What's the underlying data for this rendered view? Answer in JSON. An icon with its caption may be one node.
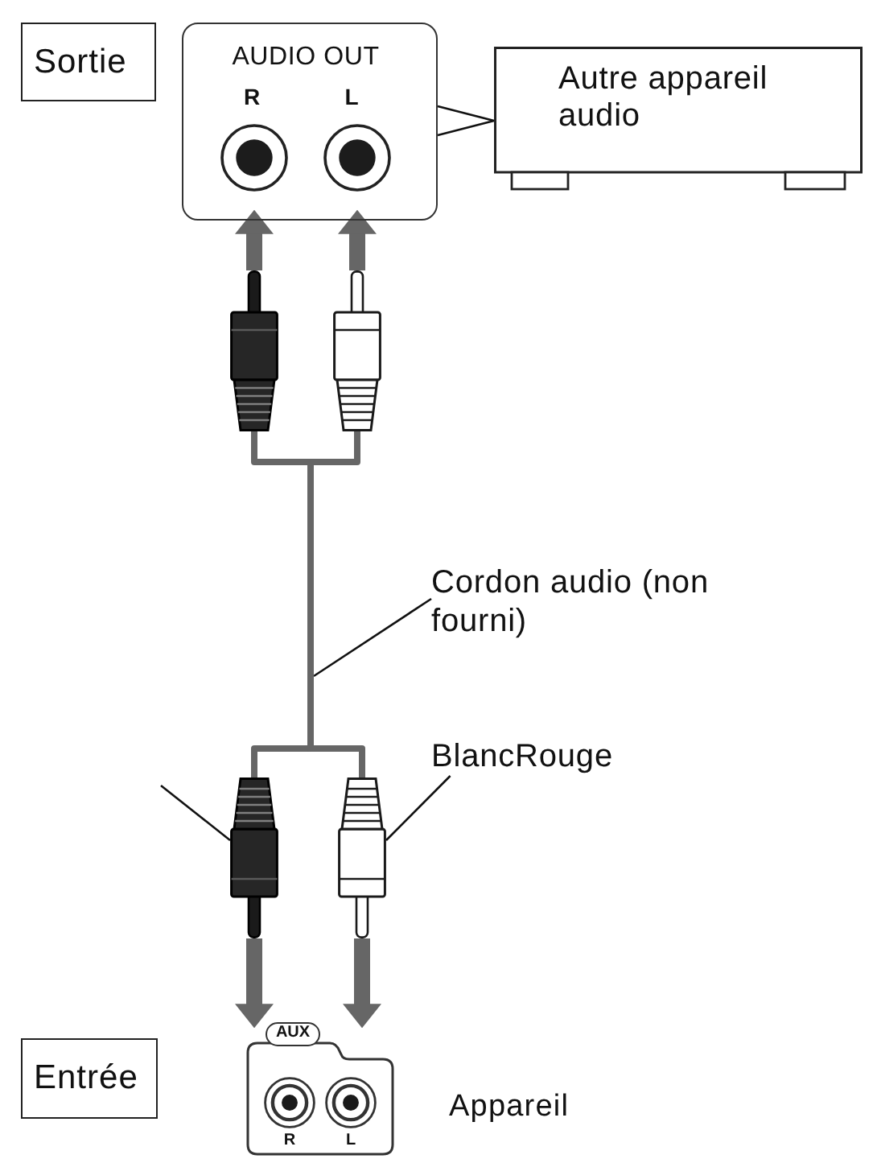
{
  "diagram": {
    "nodes": [
      {
        "text": [
          "Sortie"
        ]
      },
      {
        "text": [
          "AUDIO OUT",
          "R",
          "L"
        ]
      },
      {
        "text": [
          "Autre appareil audio"
        ]
      },
      {
        "text": [],
        "shape": "picture"
      },
      {
        "text": [],
        "shape": "picture"
      },
      {
        "text": [],
        "shape": "bar"
      },
      {
        "text": [
          "Cordon audio (non fourni)"
        ]
      },
      {
        "text": [
          "BlancRouge"
        ]
      },
      {
        "text": [],
        "shape": "picture"
      },
      {
        "text": [],
        "shape": "picture"
      },
      {
        "text": [
          "Entrée"
        ]
      },
      {
        "text": [
          "AUX",
          "R",
          "L"
        ],
        "beside": [
          "Appareil"
        ]
      }
    ],
    "edges": [
      {
        "from": 3,
        "to": 1,
        "arrow": "to",
        "style": "thick"
      },
      {
        "from": 4,
        "to": 1,
        "arrow": "to",
        "style": "thick"
      },
      {
        "from": 1,
        "to": 2,
        "arrow": "none",
        "color": "#111111"
      },
      {
        "from": 3,
        "to": 5,
        "arrow": "none"
      },
      {
        "from": 4,
        "to": 5,
        "arrow": "none"
      },
      {
        "from": 5,
        "to": 8,
        "arrow": "none"
      },
      {
        "from": 5,
        "to": 9,
        "arrow": "none"
      },
      {
        "from": 6,
        "to": 5,
        "arrow": "none",
        "color": "#111111"
      },
      {
        "from": 7,
        "to": 9,
        "arrow": "none",
        "color": "#111111"
      },
      {
        "from": null,
        "to": 8,
        "arrow": "none",
        "color": "#111111"
      },
      {
        "from": 8,
        "to": 11,
        "arrow": "to",
        "style": "thick"
      },
      {
        "from": 9,
        "to": 11,
        "arrow": "to",
        "style": "thick"
      }
    ]
  }
}
